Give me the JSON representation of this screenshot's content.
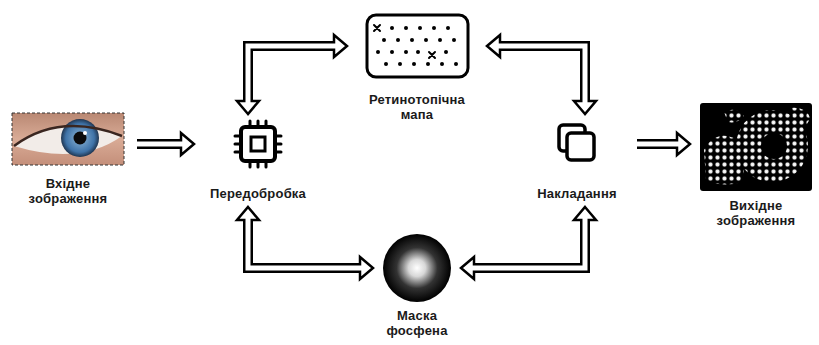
{
  "diagram": {
    "nodes": [
      {
        "text": [
          "Вхідне зображення"
        ]
      },
      {
        "text": [
          "Ретинотопічна мапа"
        ]
      },
      {
        "text": [
          "Передобробка"
        ]
      },
      {
        "text": [
          "Накладання"
        ]
      },
      {
        "text": [
          "Вихідне зображення"
        ]
      },
      {
        "text": [
          "Маска фосфена"
        ]
      }
    ],
    "edges": [
      {
        "from": 0,
        "to": 2,
        "arrow": "to"
      },
      {
        "from": 2,
        "to": 1,
        "arrow": "both"
      },
      {
        "from": 1,
        "to": 3,
        "arrow": "both"
      },
      {
        "from": 2,
        "to": 5,
        "arrow": "both"
      },
      {
        "from": 5,
        "to": 3,
        "arrow": "both"
      },
      {
        "from": 3,
        "to": 4,
        "arrow": "to"
      }
    ]
  }
}
